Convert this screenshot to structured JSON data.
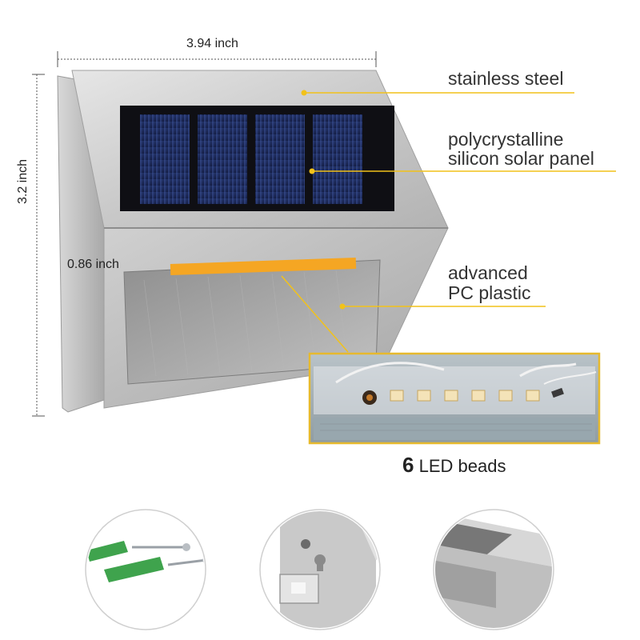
{
  "dimensions": {
    "width": "3.94 inch",
    "height": "3.2 inch",
    "depth": "0.86 inch"
  },
  "callouts": {
    "steel": "stainless steel",
    "panel_line1": "polycrystalline",
    "panel_line2": "silicon solar panel",
    "plastic_line1": "advanced",
    "plastic_line2": "PC plastic"
  },
  "led_caption": {
    "count": "6",
    "text": "LED beads"
  },
  "colors": {
    "callout_line": "#f2c21a",
    "led_strip": "#f5a623",
    "steel": "#c8c8c8",
    "solar_cell": "#1d2a5a"
  }
}
